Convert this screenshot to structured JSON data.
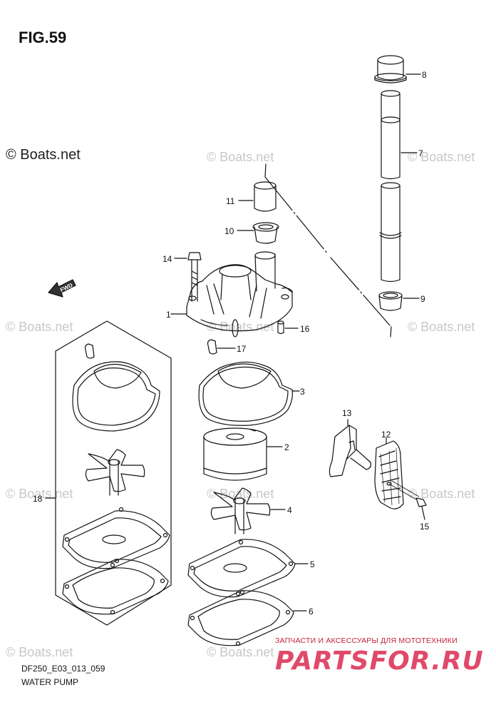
{
  "figure": {
    "title": "FIG.59"
  },
  "watermark": {
    "text": "© Boats.net"
  },
  "diagram": {
    "code": "DF250_E03_013_059",
    "name": "WATER PUMP",
    "front_arrow_label": "FWD"
  },
  "callouts": [
    "1",
    "2",
    "3",
    "4",
    "5",
    "6",
    "7",
    "8",
    "9",
    "10",
    "11",
    "12",
    "13",
    "14",
    "15",
    "16",
    "17",
    "18"
  ],
  "shop": {
    "tagline": "ЗАПЧАСТИ И АКСЕССУАРЫ ДЛЯ МОТОТЕХНИКИ",
    "logo": "PARTSFOR.RU"
  },
  "colors": {
    "ink": "#111111",
    "watermark": "#c8c8c8",
    "shop_red": "#c4213a"
  }
}
